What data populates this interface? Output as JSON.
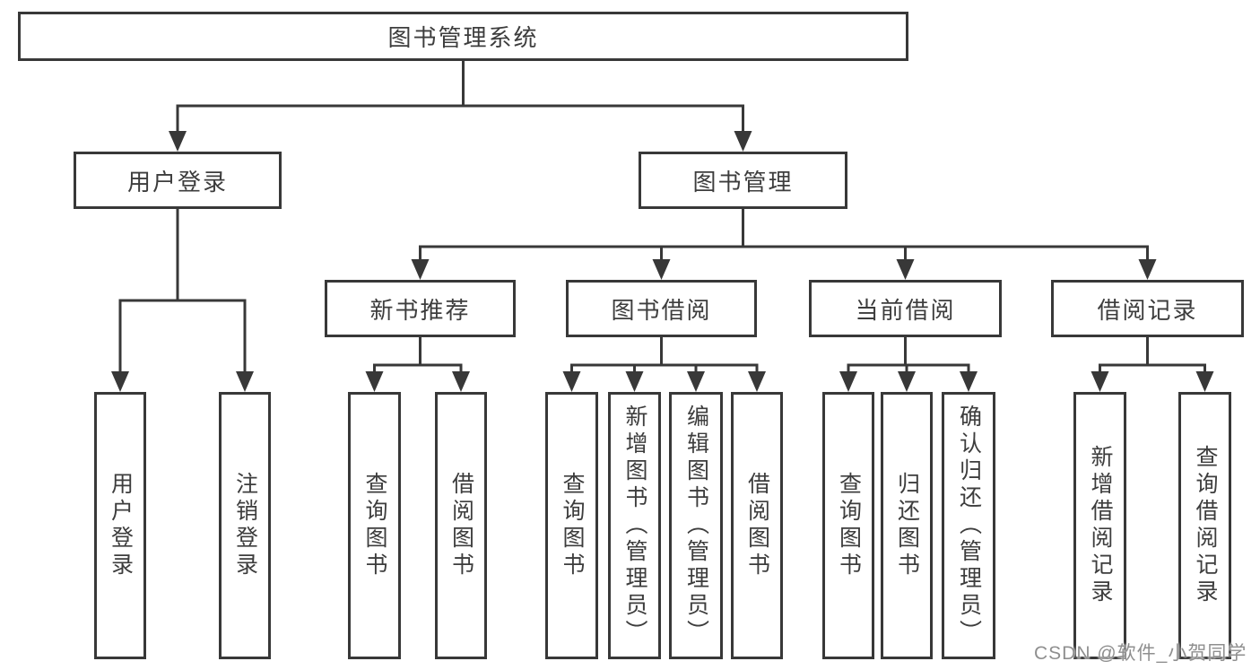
{
  "tree": {
    "label": "图书管理系统",
    "children": [
      {
        "label": "用户登录",
        "children": [
          {
            "label": "用户登录"
          },
          {
            "label": "注销登录"
          }
        ]
      },
      {
        "label": "图书管理",
        "children": [
          {
            "label": "新书推荐",
            "children": [
              {
                "label": "查询图书"
              },
              {
                "label": "借阅图书"
              }
            ]
          },
          {
            "label": "图书借阅",
            "children": [
              {
                "label": "查询图书"
              },
              {
                "label": "新增图书（管理员）"
              },
              {
                "label": "编辑图书（管理员）"
              },
              {
                "label": "借阅图书"
              }
            ]
          },
          {
            "label": "当前借阅",
            "children": [
              {
                "label": "查询图书"
              },
              {
                "label": "归还图书"
              },
              {
                "label": "确认归还（管理员）"
              }
            ]
          },
          {
            "label": "借阅记录",
            "children": [
              {
                "label": "新增借阅记录"
              },
              {
                "label": "查询借阅记录"
              }
            ]
          }
        ]
      }
    ]
  },
  "watermark": {
    "text": "CSDN @软件_小贺同学"
  },
  "colors": {
    "line": "#383838",
    "text": "#3d3d3d",
    "watermark": "#8f8f8f",
    "background": "#ffffff"
  }
}
